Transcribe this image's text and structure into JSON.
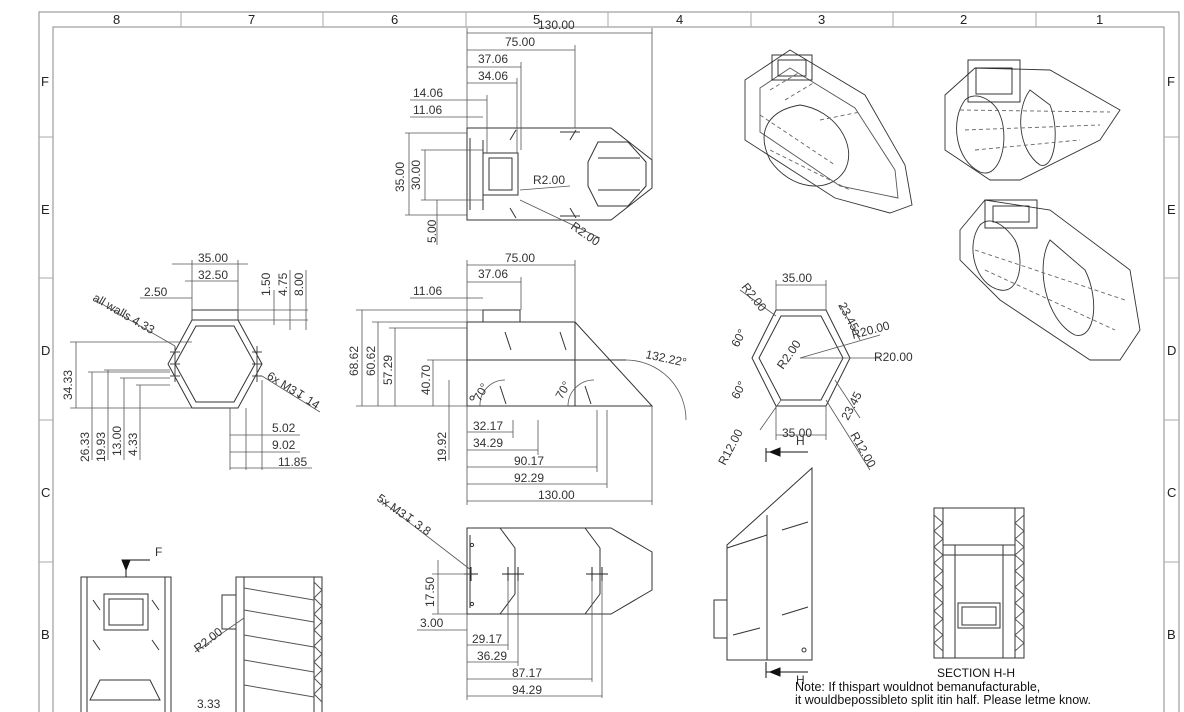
{
  "sheet": {
    "top_zones": [
      "8",
      "7",
      "6",
      "5",
      "4",
      "3",
      "2",
      "1"
    ],
    "side_zones": [
      "F",
      "E",
      "D",
      "C",
      "B"
    ]
  },
  "dimensions": {
    "top_view": [
      "130.00",
      "75.00",
      "37.06",
      "34.06",
      "14.06",
      "11.06",
      "35.00",
      "30.00",
      "5.00",
      "R2.00",
      "R2.00"
    ],
    "left_view": [
      "35.00",
      "32.50",
      "2.50",
      "1.50",
      "4.75",
      "8.00",
      "all walls 4.33",
      "34.33",
      "26.33",
      "19.93",
      "13.00",
      "4.33",
      "6x M3↧ 14",
      "5.02",
      "9.02",
      "11.85"
    ],
    "front_view": [
      "75.00",
      "37.06",
      "11.06",
      "68.62",
      "60.62",
      "57.29",
      "40.70",
      "19.92",
      "70°",
      "70°",
      "132.22°",
      "32.17",
      "34.29",
      "90.17",
      "92.29",
      "130.00"
    ],
    "end_view": [
      "35.00",
      "R2.00",
      "60°",
      "R2.00",
      "23.45",
      "R20.00",
      "R20.00",
      "60°",
      "R12.00",
      "35.00",
      "23.45",
      "R12.00"
    ],
    "bottom_view": [
      "5x M3↧ 3.8",
      "17.50",
      "3.00",
      "29.17",
      "36.29",
      "87.17",
      "94.29"
    ],
    "detail": [
      "F",
      "R2.00",
      "3.33",
      "H",
      "H"
    ]
  },
  "section_label": "SECTION H-H",
  "note_lines": [
    "Note: If thispart wouldnot bemanufacturable,",
    "it wouldbepossibleto split itin half. Please letme know."
  ]
}
